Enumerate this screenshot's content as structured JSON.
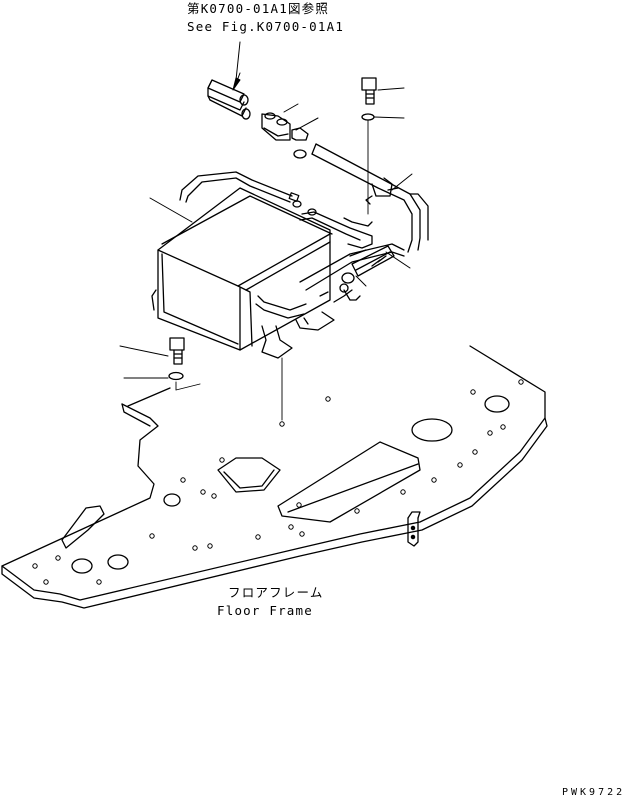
{
  "reference": {
    "japanese": "第K0700-01A1図参照",
    "english": "See Fig.K0700-01A1"
  },
  "floor_frame": {
    "japanese": "フロアフレーム",
    "english": "Floor Frame"
  },
  "drawing_code": "PWK9722",
  "colors": {
    "line": "#000000",
    "background": "#ffffff"
  }
}
